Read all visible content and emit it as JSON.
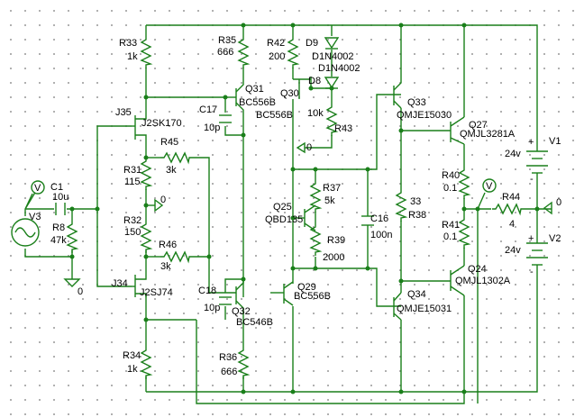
{
  "components": {
    "R33": {
      "ref": "R33",
      "value": "1k"
    },
    "R35": {
      "ref": "R35",
      "value": "666"
    },
    "R42": {
      "ref": "R42",
      "value": "200"
    },
    "D9": {
      "ref": "D9",
      "part": "D1N4002"
    },
    "D8": {
      "ref": "D8",
      "part": "D1N4002"
    },
    "Q31": {
      "ref": "Q31",
      "part": "BC556B"
    },
    "Q30": {
      "ref": "Q30",
      "part": "BC556B"
    },
    "Q33": {
      "ref": "Q33",
      "part": "QMJE15030"
    },
    "Q27": {
      "ref": "Q27",
      "part": "QMJL3281A"
    },
    "J35": {
      "ref": "J35",
      "part": "J2SK170"
    },
    "C17": {
      "ref": "C17",
      "value": "10p"
    },
    "R43": {
      "ref": "R43",
      "value": "10k"
    },
    "R45": {
      "ref": "R45",
      "value": "3k"
    },
    "R31": {
      "ref": "R31",
      "value": "115"
    },
    "C1": {
      "ref": "C1",
      "value": "10u"
    },
    "V3": {
      "ref": "V3"
    },
    "R8": {
      "ref": "R8",
      "value": "47k"
    },
    "R32": {
      "ref": "R32",
      "value": "150"
    },
    "R37": {
      "ref": "R37",
      "value": "5k"
    },
    "Q25": {
      "ref": "Q25",
      "part": "QBD135"
    },
    "R39": {
      "ref": "R39",
      "value": "2000"
    },
    "C16": {
      "ref": "C16",
      "value": "100n"
    },
    "R38": {
      "ref": "R38",
      "value": "33"
    },
    "R40": {
      "ref": "R40",
      "value": "0.1"
    },
    "R41": {
      "ref": "R41",
      "value": "0.1"
    },
    "R44": {
      "ref": "R44",
      "value": "4"
    },
    "V1": {
      "ref": "V1",
      "value": "24v"
    },
    "V2": {
      "ref": "V2",
      "value": "24v"
    },
    "R46": {
      "ref": "R46",
      "value": "3k"
    },
    "J34": {
      "ref": "J34",
      "part": "J2SJ74"
    },
    "C18": {
      "ref": "C18",
      "value": "10p"
    },
    "Q29": {
      "ref": "Q29",
      "part": "BC556B"
    },
    "Q32": {
      "ref": "Q32",
      "part": "BC546B"
    },
    "Q34": {
      "ref": "Q34",
      "part": "QMJE15031"
    },
    "Q24": {
      "ref": "Q24",
      "part": "QMJL1302A"
    },
    "R34": {
      "ref": "R34",
      "value": "1k"
    },
    "R36": {
      "ref": "R36",
      "value": "666"
    }
  },
  "symbols": {
    "ground": "0",
    "plus": "+",
    "minus": "-",
    "probe": "V"
  }
}
